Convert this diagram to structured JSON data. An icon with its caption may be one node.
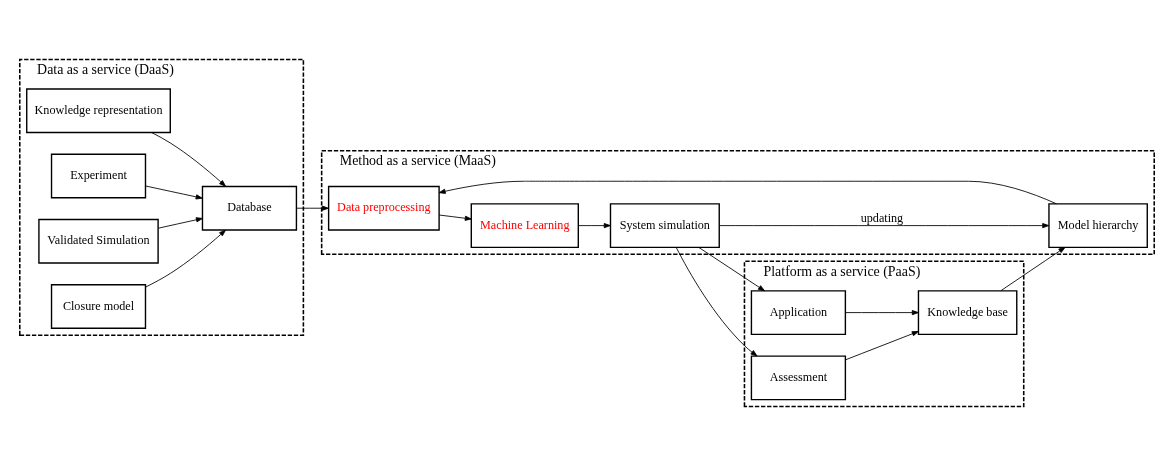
{
  "diagram": {
    "nodes": [
      {
        "text": [
          "Data as a service (DaaS)"
        ]
      },
      {
        "text": [
          "Knowledge representation"
        ],
        "in": 0
      },
      {
        "text": [
          "Experiment"
        ],
        "in": 0
      },
      {
        "text": [
          "Validated Simulation"
        ],
        "in": 0
      },
      {
        "text": [
          "Closure model"
        ],
        "in": 0
      },
      {
        "text": [
          "Database"
        ],
        "in": 0
      },
      {
        "text": [
          "Method as a service (MaaS)"
        ]
      },
      {
        "text": [
          "System simulation"
        ],
        "in": 6
      },
      {
        "text": [
          "Machine Learning"
        ],
        "in": 6
      },
      {
        "text": [
          "Model hierarchy"
        ],
        "in": 6
      },
      {
        "text": [
          "Data preprocessing"
        ],
        "in": 6
      },
      {
        "text": [
          "Platform as a service (PaaS)"
        ]
      },
      {
        "text": [
          "Application"
        ],
        "in": 11
      },
      {
        "text": [
          "Assessment"
        ],
        "in": 11
      },
      {
        "text": [
          "Knowledge base"
        ],
        "in": 11
      }
    ],
    "edges": [
      {
        "from": 1,
        "to": 5,
        "arrow": "to"
      },
      {
        "from": 2,
        "to": 5,
        "arrow": "to"
      },
      {
        "from": 3,
        "to": 5,
        "arrow": "to"
      },
      {
        "from": 4,
        "to": 5,
        "arrow": "to"
      },
      {
        "from": 5,
        "to": 10,
        "arrow": "to"
      },
      {
        "from": 9,
        "to": 10,
        "arrow": "to"
      },
      {
        "from": 10,
        "to": 8,
        "arrow": "to"
      },
      {
        "from": 8,
        "to": 7,
        "arrow": "to"
      },
      {
        "from": 7,
        "to": 9,
        "arrow": "to",
        "label": "updating"
      },
      {
        "from": 7,
        "to": 12,
        "arrow": "to"
      },
      {
        "from": 7,
        "to": 13,
        "arrow": "to"
      },
      {
        "from": 12,
        "to": 14,
        "arrow": "to"
      },
      {
        "from": 13,
        "to": 14,
        "arrow": "to"
      },
      {
        "from": 14,
        "to": 9,
        "arrow": "to"
      }
    ]
  }
}
